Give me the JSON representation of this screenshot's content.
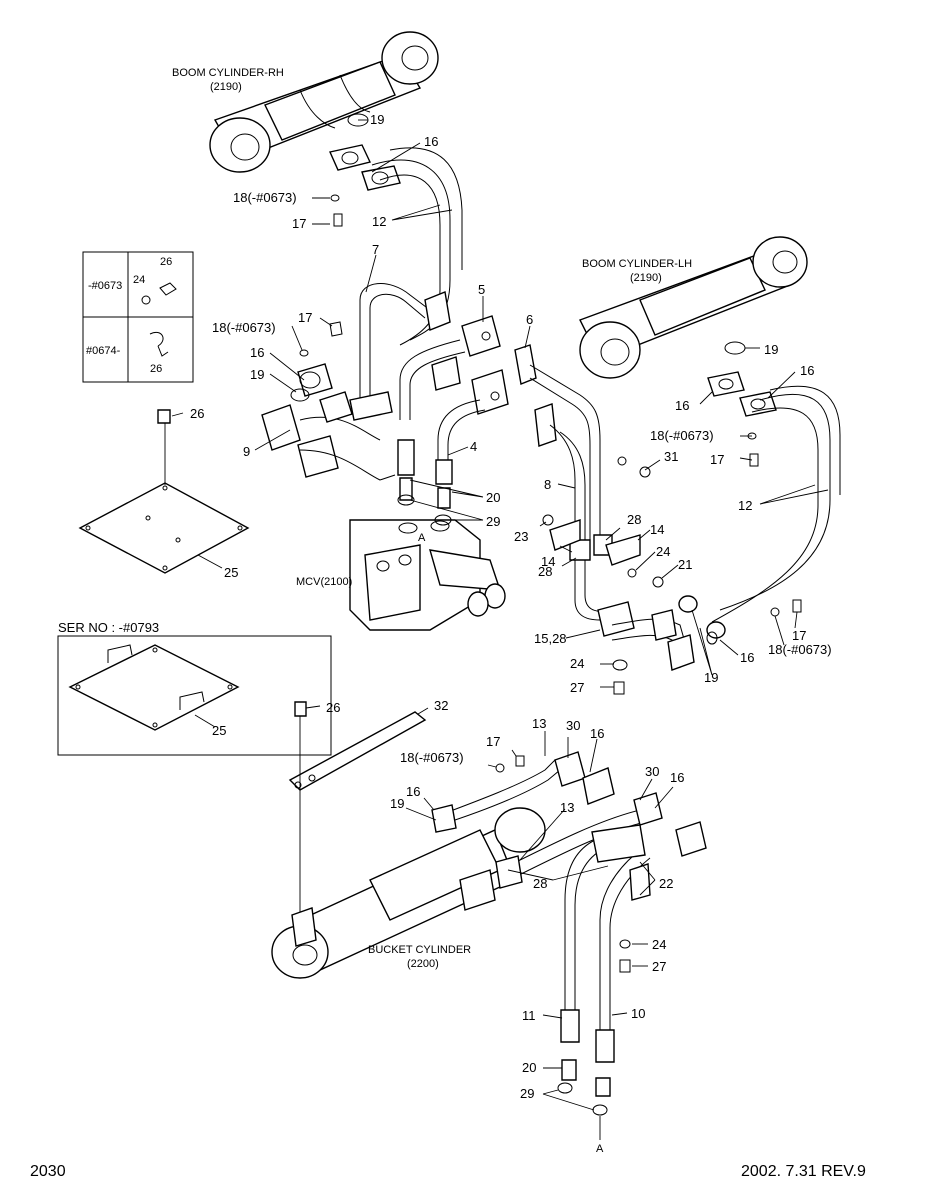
{
  "footer": {
    "page_number": "2030",
    "revision": "2002. 7.31  REV.9"
  },
  "components": {
    "boom_rh": {
      "name": "BOOM CYLINDER-RH",
      "ref": "(2190)"
    },
    "boom_lh": {
      "name": "BOOM CYLINDER-LH",
      "ref": "(2190)"
    },
    "mcv": {
      "name": "MCV(2100)",
      "port": "A"
    },
    "bucket": {
      "name": "BUCKET CYLINDER",
      "ref": "(2200)"
    },
    "serial_box": {
      "title": "SER NO : -#0793"
    },
    "variant_table": {
      "row1_serial": "-#0673",
      "row2_serial": "#0674-"
    },
    "port_a_bottom": "A"
  },
  "callouts": {
    "c19a": "19",
    "c16a": "16",
    "c18a": "18(-#0673)",
    "c17a": "17",
    "c12a": "12",
    "c7": "7",
    "c5": "5",
    "c6": "6",
    "c17b": "17",
    "c18b": "18(-#0673)",
    "c16b": "16",
    "c19b": "19",
    "c9": "9",
    "c4": "4",
    "c20a": "20",
    "c29a": "29",
    "c26a": "26",
    "c25a": "25",
    "c25b": "25",
    "c19c": "19",
    "c16c": "16",
    "c16d": "16",
    "c18c": "18(-#0673)",
    "c31": "31",
    "c17c": "17",
    "c12b": "12",
    "c8": "8",
    "c23": "23",
    "c14a": "14",
    "c28a": "28",
    "c14b": "14",
    "c28b": "28",
    "c24a": "24",
    "c21": "21",
    "c15_28": "15,28",
    "c24b": "24",
    "c27a": "27",
    "c19d": "19",
    "c16e": "16",
    "c17d": "17",
    "c18d": "18(-#0673)",
    "t24": "24",
    "t26a": "26",
    "t26b": "26",
    "c26b": "26",
    "c32": "32",
    "c13a": "13",
    "c30a": "30",
    "c16f": "16",
    "c17e": "17",
    "c18e": "18(-#0673)",
    "c16g": "16",
    "c19e": "19",
    "c30b": "30",
    "c16h": "16",
    "c13b": "13",
    "c28c": "28",
    "c22": "22",
    "c24c": "24",
    "c27b": "27",
    "c11": "11",
    "c10": "10",
    "c20b": "20",
    "c29b": "29"
  }
}
